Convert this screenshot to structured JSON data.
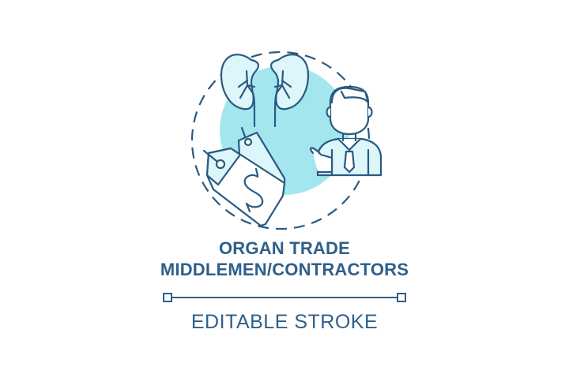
{
  "title": {
    "line1": "ORGAN TRADE",
    "line2": "MIDDLEMEN/CONTRACTORS"
  },
  "subtitle": "EDITABLE STROKE",
  "icon": {
    "elements": [
      "kidneys-icon",
      "price-tag-icon",
      "dollar-sign-icon",
      "businessman-icon",
      "dashed-circle"
    ],
    "colors": {
      "stroke": "#2a5a83",
      "fill_light": "#dcf6fa",
      "accent_circle": "#a3e6ee",
      "text": "#2f5f8a"
    }
  }
}
